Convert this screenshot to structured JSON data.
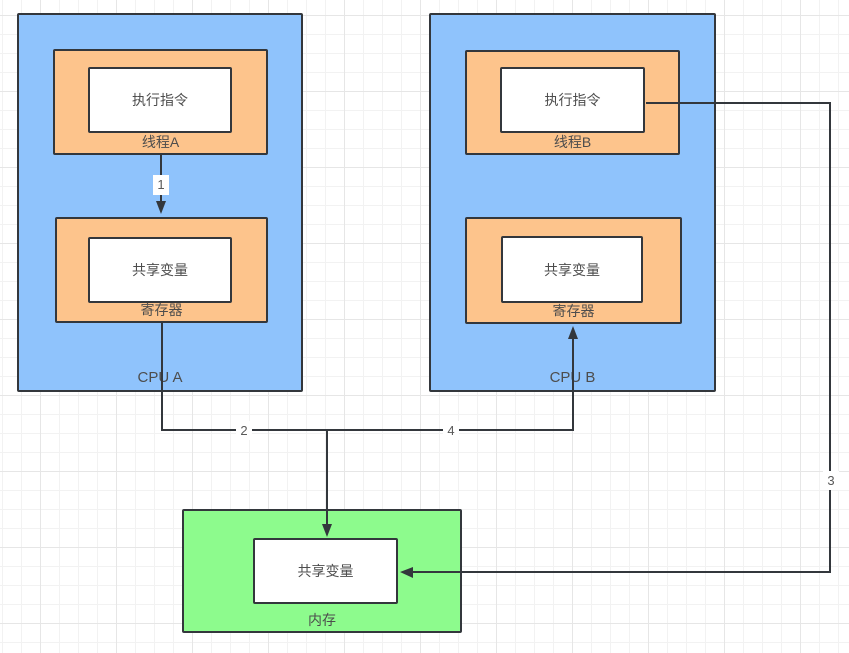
{
  "nodes": {
    "cpu_a": {
      "label": "CPU A",
      "thread": {
        "label": "线程A",
        "box": "执行指令"
      },
      "register": {
        "label": "寄存器",
        "box": "共享变量"
      }
    },
    "cpu_b": {
      "label": "CPU B",
      "thread": {
        "label": "线程B",
        "box": "执行指令"
      },
      "register": {
        "label": "寄存器",
        "box": "共享变量"
      }
    },
    "memory": {
      "label": "内存",
      "box": "共享变量"
    }
  },
  "edges": {
    "e1": {
      "label": "1"
    },
    "e2": {
      "label": "2"
    },
    "e3": {
      "label": "3"
    },
    "e4": {
      "label": "4"
    }
  },
  "colors": {
    "cpu_fill": "#8FC3FC",
    "component_fill": "#FDC48C",
    "memory_fill": "#8DFB8D",
    "box_fill": "#FFFFFF",
    "stroke": "#33373C",
    "label_text": "#4D4D4D",
    "edge_label_text": "#595959",
    "grid_minor": "#F2F2F2",
    "grid_major": "#E6E6E6"
  }
}
